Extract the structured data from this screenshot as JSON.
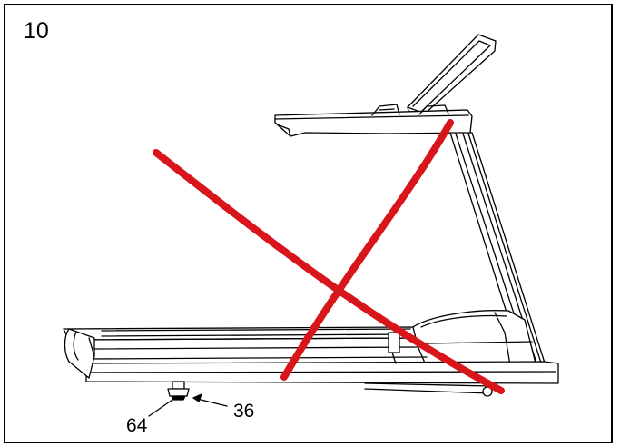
{
  "step": {
    "number": "10"
  },
  "callouts": [
    {
      "label": "64"
    },
    {
      "label": "36"
    }
  ],
  "colors": {
    "line_art": "#000000",
    "cross_mark": "#d9151c",
    "background": "#ffffff"
  },
  "illustration": {
    "subject": "treadmill-side-view",
    "marked_incorrect": true
  }
}
